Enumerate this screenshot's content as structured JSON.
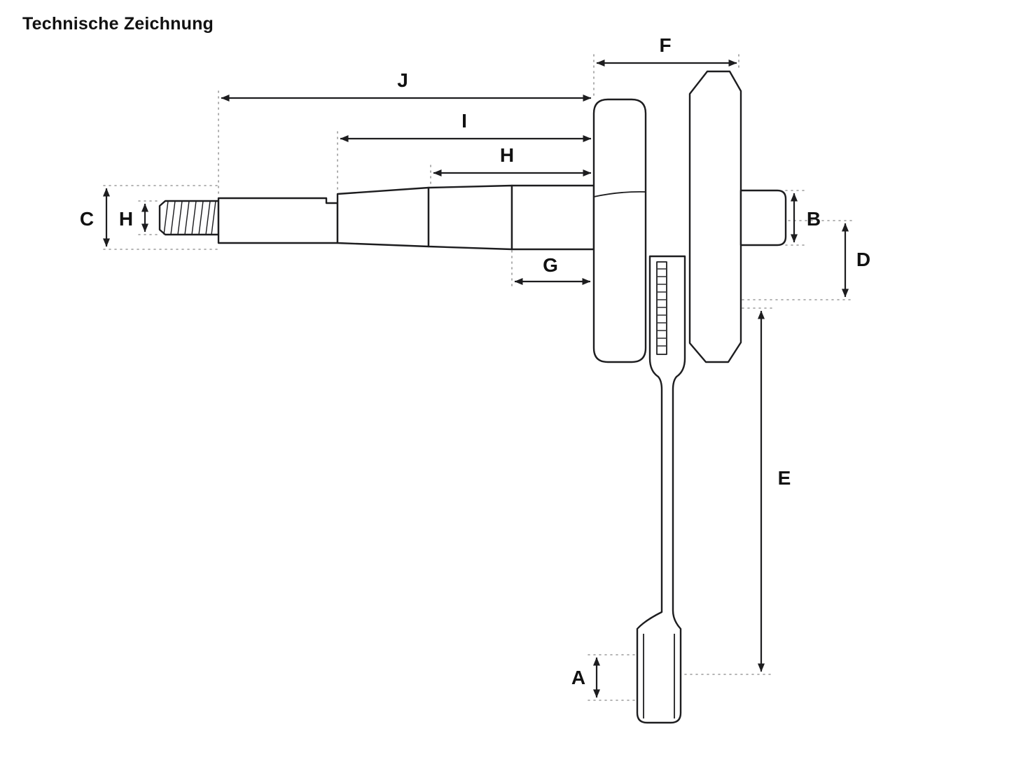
{
  "page": {
    "title": "Technische Zeichnung",
    "background": "#ffffff"
  },
  "drawing": {
    "colors": {
      "line": "#1d1d1f",
      "guide": "#9b9b9b",
      "label": "#111111",
      "background": "#ffffff"
    },
    "labels": {
      "F": "F",
      "J": "J",
      "I": "I",
      "H_top": "H",
      "C": "C",
      "H_left": "H",
      "B": "B",
      "D": "D",
      "G": "G",
      "E": "E",
      "A": "A"
    }
  }
}
